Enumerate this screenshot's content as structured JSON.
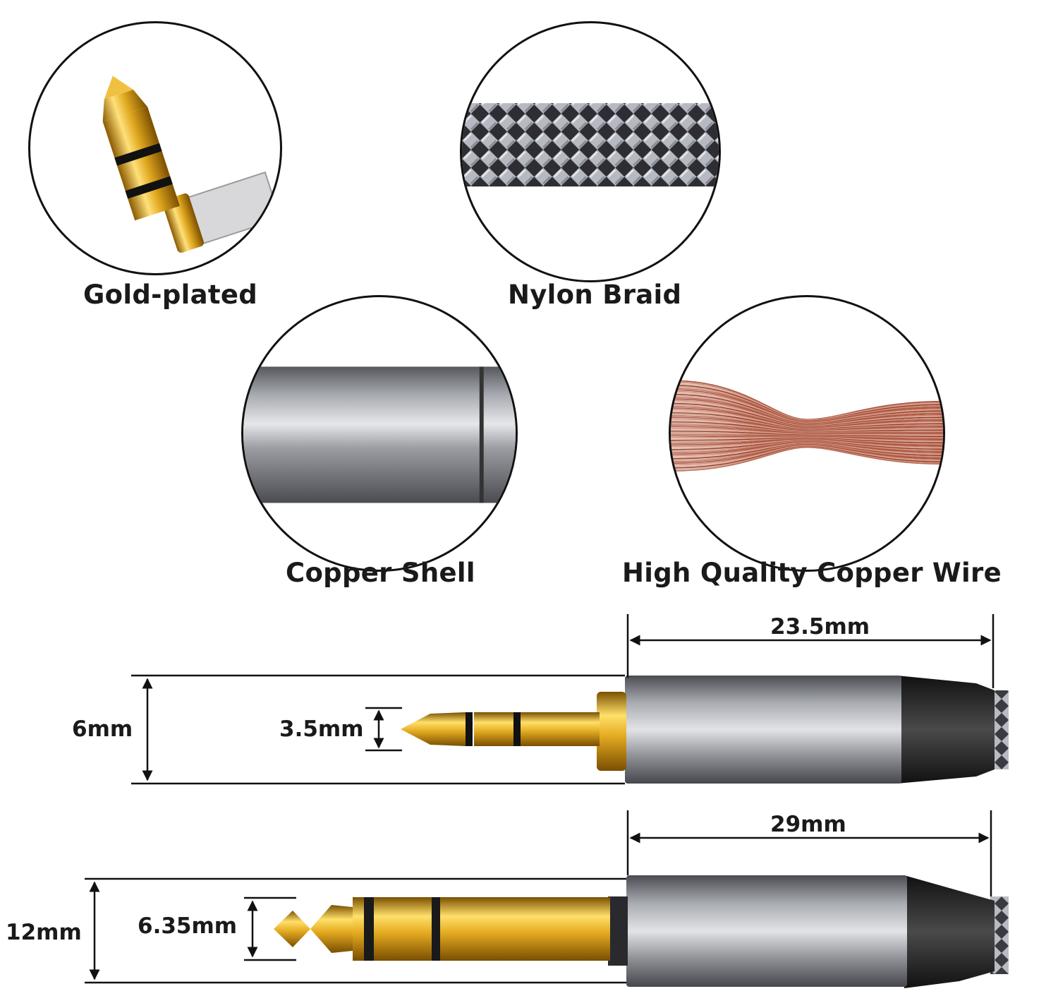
{
  "features": [
    {
      "id": "gold",
      "caption": "Gold-plated",
      "icon": "gold-plated-plug-icon"
    },
    {
      "id": "nylon",
      "caption": "Nylon Braid",
      "icon": "nylon-braid-icon"
    },
    {
      "id": "shell",
      "caption": "Copper Shell",
      "icon": "copper-shell-icon"
    },
    {
      "id": "wire",
      "caption": "High Quality Copper Wire",
      "icon": "copper-wire-icon"
    }
  ],
  "dimensions": {
    "plug_3_5": {
      "length": "23.5mm",
      "outer_diameter": "6mm",
      "plug_diameter": "3.5mm"
    },
    "plug_6_35": {
      "length": "29mm",
      "outer_diameter": "12mm",
      "plug_diameter": "6.35mm"
    }
  },
  "colors": {
    "gold": "#d9a81c",
    "metal": "#8d8f95",
    "rubber": "#2a2a2a",
    "copper": "#c0705a"
  }
}
